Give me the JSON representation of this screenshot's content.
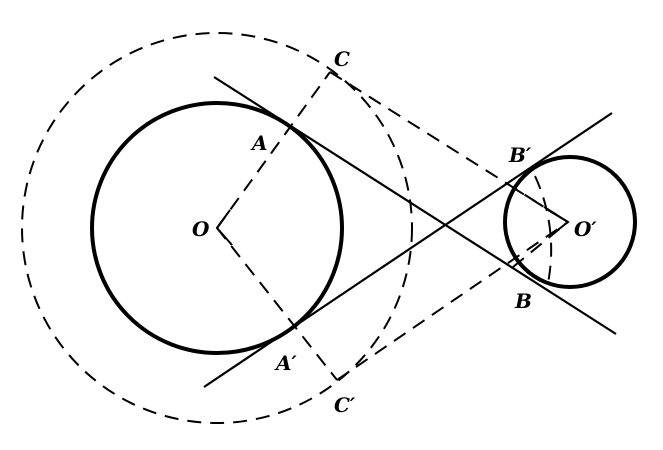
{
  "diagram": {
    "labels": {
      "C": "C",
      "A": "A",
      "O": "O",
      "A_prime": "A′",
      "C_prime": "C′",
      "B_prime": "B′",
      "O_prime": "O′",
      "B": "B"
    },
    "ink_color": "#000000",
    "background": "#ffffff"
  }
}
